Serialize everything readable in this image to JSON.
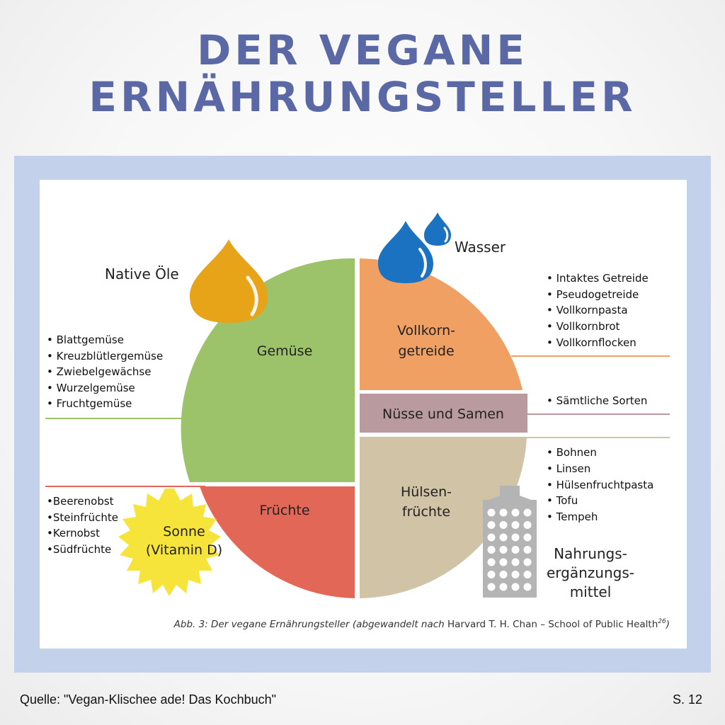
{
  "title": "DER VEGANE\nERNÄHRUNGSTELLER",
  "colors": {
    "title": "#5b68a6",
    "frame": "#c3d2ea",
    "gemuese": "#9dc36a",
    "vollkorn": "#f0a062",
    "nuesse": "#b89a9f",
    "huelsen": "#d1c3a6",
    "fruechte": "#e36756",
    "oil_drop": "#e8a418",
    "water_drop": "#1b72c0",
    "sun": "#f7e43a",
    "supplement": "#b4b4b4"
  },
  "segments": {
    "gemuese": "Gemüse",
    "vollkorn_1": "Vollkorn-",
    "vollkorn_2": "getreide",
    "nuesse": "Nüsse und Samen",
    "huelsen_1": "Hülsen-",
    "huelsen_2": "früchte",
    "fruechte": "Früchte"
  },
  "extras": {
    "oele": "Native Öle",
    "wasser": "Wasser",
    "sonne_1": "Sonne",
    "sonne_2": "(Vitamin D)",
    "nahrung_1": "Nahrungs-",
    "nahrung_2": "ergänzungs-",
    "nahrung_3": "mittel"
  },
  "lists": {
    "gemuese": [
      "• Blattgemüse",
      "• Kreuzblütlergemüse",
      "• Zwiebelgewächse",
      "• Wurzelgemüse",
      "• Fruchtgemüse"
    ],
    "fruechte": [
      "•Beerenobst",
      "•Steinfrüchte",
      "•Kernobst",
      "•Südfrüchte"
    ],
    "vollkorn": [
      "• Intaktes Getreide",
      "• Pseudogetreide",
      "• Vollkornpasta",
      "• Vollkornbrot",
      "• Vollkornflocken"
    ],
    "nuesse": [
      "• Sämtliche Sorten"
    ],
    "huelsen": [
      "• Bohnen",
      "• Linsen",
      "• Hülsenfruchtpasta",
      "• Tofu",
      "• Tempeh"
    ]
  },
  "caption_prefix": "Abb. 3: Der vegane Ernährungsteller (abgewandelt nach ",
  "caption_main": "Harvard T. H. Chan – School of Public Health",
  "caption_sup": "26",
  "caption_end": ")",
  "source": "Quelle: \"Vegan-Klischee ade! Das Kochbuch\"",
  "page": "S. 12"
}
